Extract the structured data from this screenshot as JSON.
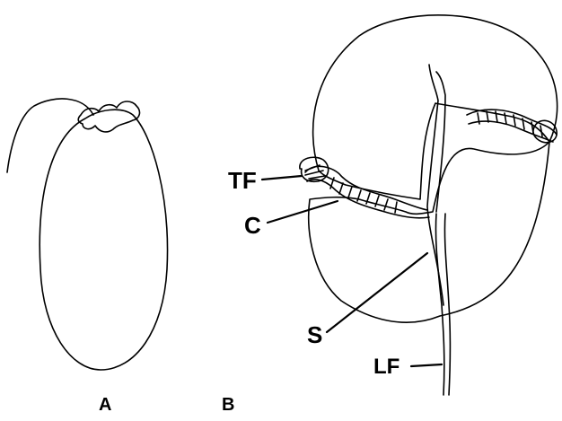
{
  "panels": [
    {
      "id": "A",
      "label": "A"
    },
    {
      "id": "B",
      "label": "B"
    }
  ],
  "labels": {
    "tf": "TF",
    "c": "C",
    "s": "S",
    "lf": "LF"
  },
  "colors": {
    "ink": "#000000",
    "background": "#ffffff"
  }
}
